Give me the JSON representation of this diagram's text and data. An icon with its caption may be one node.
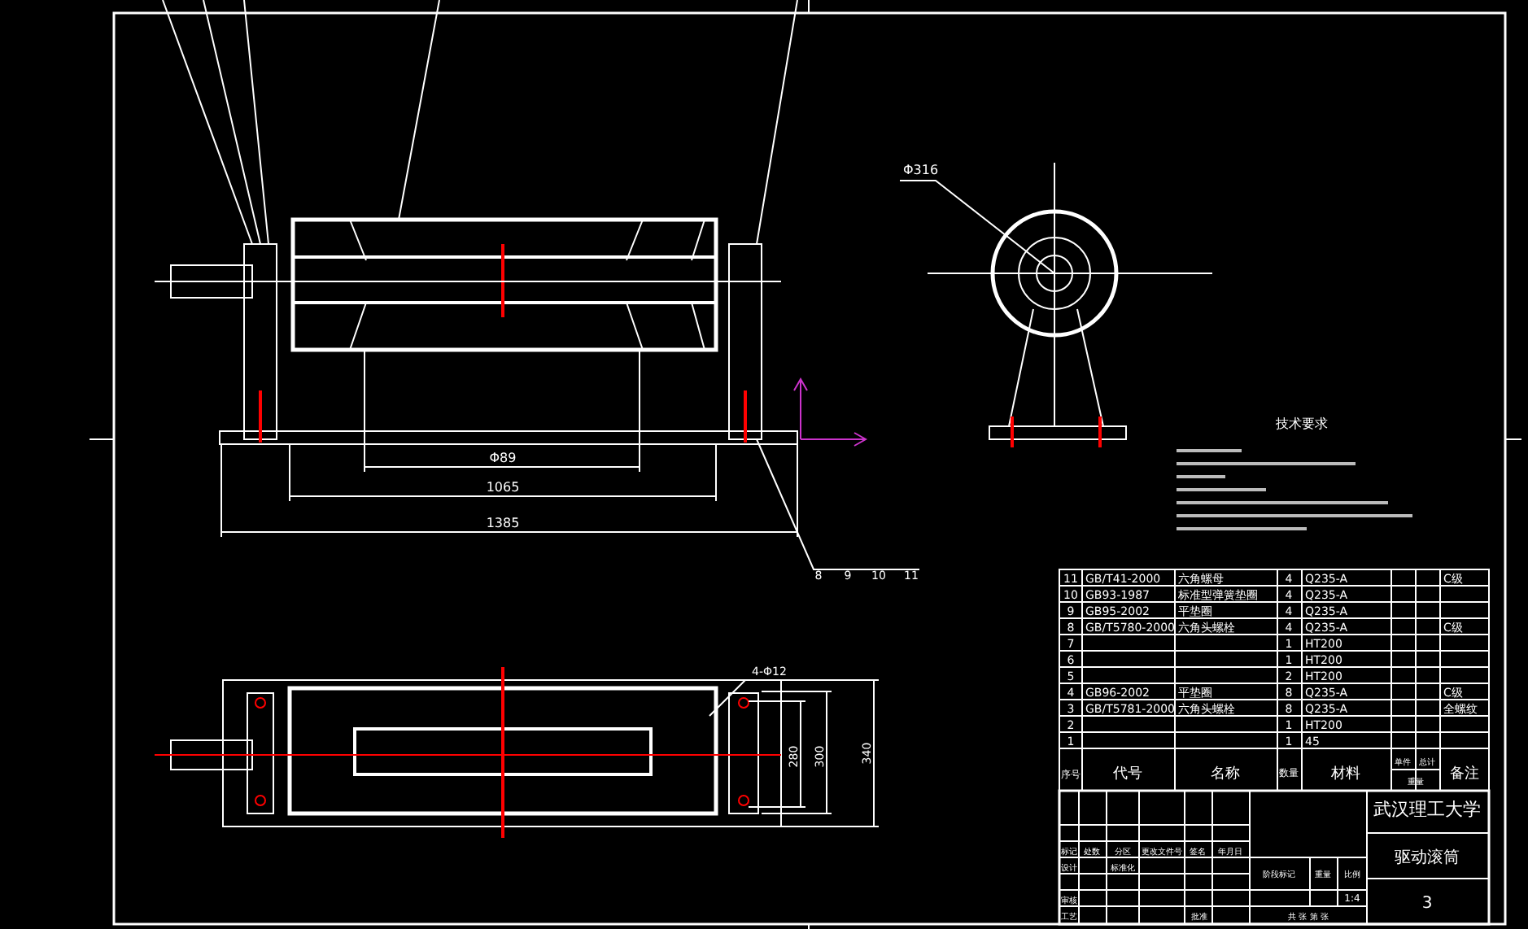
{
  "diagram": {
    "labels": [
      "Φ316",
      "技术要求",
      "8",
      "9",
      "10",
      "11",
      "Φ89",
      "1065",
      "1385",
      "4-Φ12",
      "280",
      "300",
      "340",
      "11",
      "GB/T41-2000",
      "六角螺母",
      "4",
      "Q235-A",
      "C级",
      "10",
      "GB93-1987",
      "标准型弹簧垫圈",
      "4",
      "Q235-A",
      "9",
      "GB95-2002",
      "平垫圈",
      "4",
      "Q235-A",
      "8",
      "GB/T5780-2000",
      "六角头螺栓",
      "4",
      "Q235-A",
      "C级",
      "7",
      "1",
      "HT200",
      "6",
      "1",
      "HT200",
      "5",
      "2",
      "HT200",
      "4",
      "GB96-2002",
      "平垫圈",
      "8",
      "Q235-A",
      "C级",
      "3",
      "GB/T5781-2000",
      "六角头螺栓",
      "8",
      "Q235-A",
      "全螺纹",
      "2",
      "1",
      "HT200",
      "1",
      "1",
      "45",
      "序号",
      "代号",
      "名称",
      "数量",
      "材料",
      "单件",
      "总计",
      "重量",
      "备注",
      "武汉理工大学",
      "驱动滚筒",
      "3",
      "标记",
      "处数",
      "分区",
      "更改文件号",
      "签名",
      "年月日",
      "设计",
      "标准化",
      "阶段标记",
      "重量",
      "比例",
      "审核",
      "1:4",
      "工艺",
      "批准",
      "共 张 第 张"
    ]
  }
}
